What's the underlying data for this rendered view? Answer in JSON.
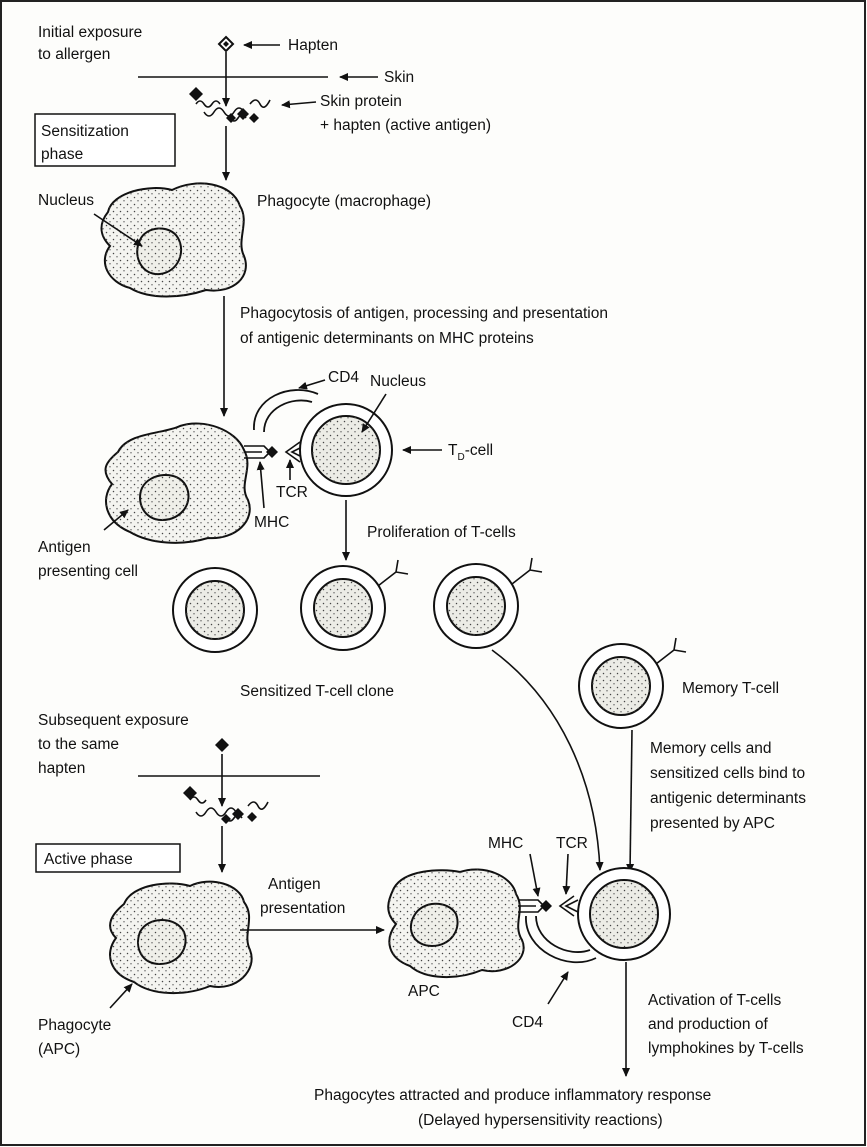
{
  "labels": {
    "initial_exposure": [
      "Initial exposure",
      "to allergen"
    ],
    "hapten": "Hapten",
    "skin": "Skin",
    "skin_protein": [
      "Skin protein",
      "+ hapten (active antigen)"
    ],
    "sensitization_phase": [
      "Sensitization",
      "phase"
    ],
    "nucleus_1": "Nucleus",
    "phagocyte_macrophage": "Phagocyte (macrophage)",
    "phagocytosis": [
      "Phagocytosis of antigen, processing and presentation",
      "of antigenic determinants on MHC proteins"
    ],
    "cd4_top": "CD4",
    "nucleus_2": "Nucleus",
    "td_cell_main": "T",
    "td_cell_sub": "D",
    "td_cell_suffix": "-cell",
    "tcr_top": "TCR",
    "mhc_top": "MHC",
    "antigen_presenting_cell": [
      "Antigen",
      "presenting cell"
    ],
    "proliferation": "Proliferation of T-cells",
    "sensitized_clone": "Sensitized T-cell clone",
    "memory_tcell": "Memory T-cell",
    "subsequent_exposure": [
      "Subsequent exposure",
      "to the same",
      "hapten"
    ],
    "memory_bind": [
      "Memory cells and",
      "sensitized cells bind to",
      "antigenic determinants",
      "presented by APC"
    ],
    "active_phase": "Active phase",
    "antigen_presentation": [
      "Antigen",
      "presentation"
    ],
    "mhc_bottom": "MHC",
    "tcr_bottom": "TCR",
    "apc": "APC",
    "phagocyte_apc": [
      "Phagocyte",
      "(APC)"
    ],
    "cd4_bottom": "CD4",
    "activation": [
      "Activation of T-cells",
      "and production of",
      "lymphokines by T-cells"
    ],
    "phagocytes_attracted": "Phagocytes attracted and produce inflammatory response",
    "delayed_hypersensitivity": "(Delayed hypersensitivity reactions)"
  }
}
